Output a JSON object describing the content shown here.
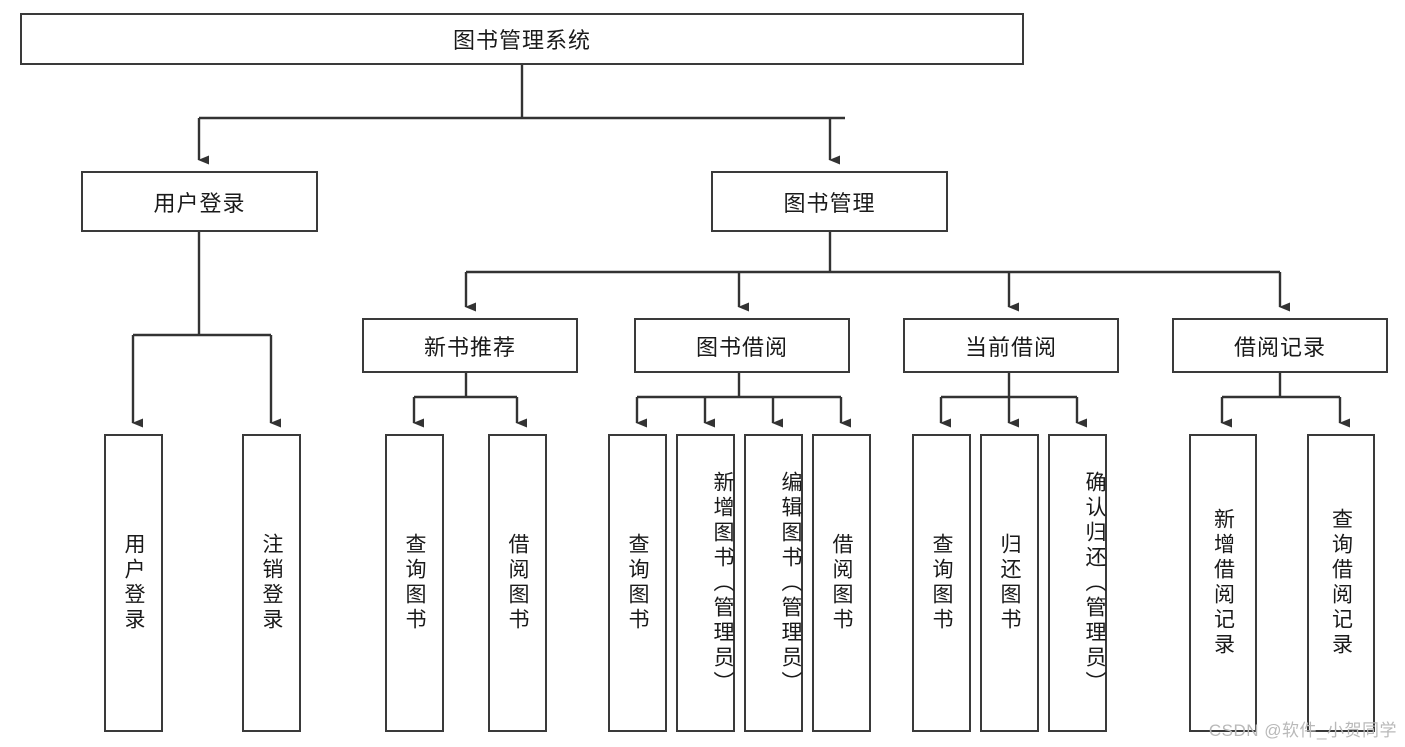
{
  "diagram": {
    "title": "图书管理系统",
    "watermark": "CSDN @软件_小贺同学",
    "colors": {
      "box_border": "#3a3a3a",
      "connector": "#333333",
      "background": "#ffffff",
      "watermark": "#b9b9b9"
    },
    "root": {
      "label": "图书管理系统"
    },
    "level2": [
      {
        "label": "用户登录"
      },
      {
        "label": "图书管理"
      }
    ],
    "level3": [
      {
        "label": "新书推荐"
      },
      {
        "label": "图书借阅"
      },
      {
        "label": "当前借阅"
      },
      {
        "label": "借阅记录"
      }
    ],
    "leaves": {
      "user_login": [
        {
          "label": "用户登录"
        },
        {
          "label": "注销登录"
        }
      ],
      "new_book": [
        {
          "label": "查询图书"
        },
        {
          "label": "借阅图书"
        }
      ],
      "book_borrow": [
        {
          "label": "查询图书"
        },
        {
          "label": "新增图书（管理员）"
        },
        {
          "label": "编辑图书（管理员）"
        },
        {
          "label": "借阅图书"
        }
      ],
      "current_borrow": [
        {
          "label": "查询图书"
        },
        {
          "label": "归还图书"
        },
        {
          "label": "确认归还（管理员）"
        }
      ],
      "borrow_record": [
        {
          "label": "新增借阅记录"
        },
        {
          "label": "查询借阅记录"
        }
      ]
    }
  }
}
